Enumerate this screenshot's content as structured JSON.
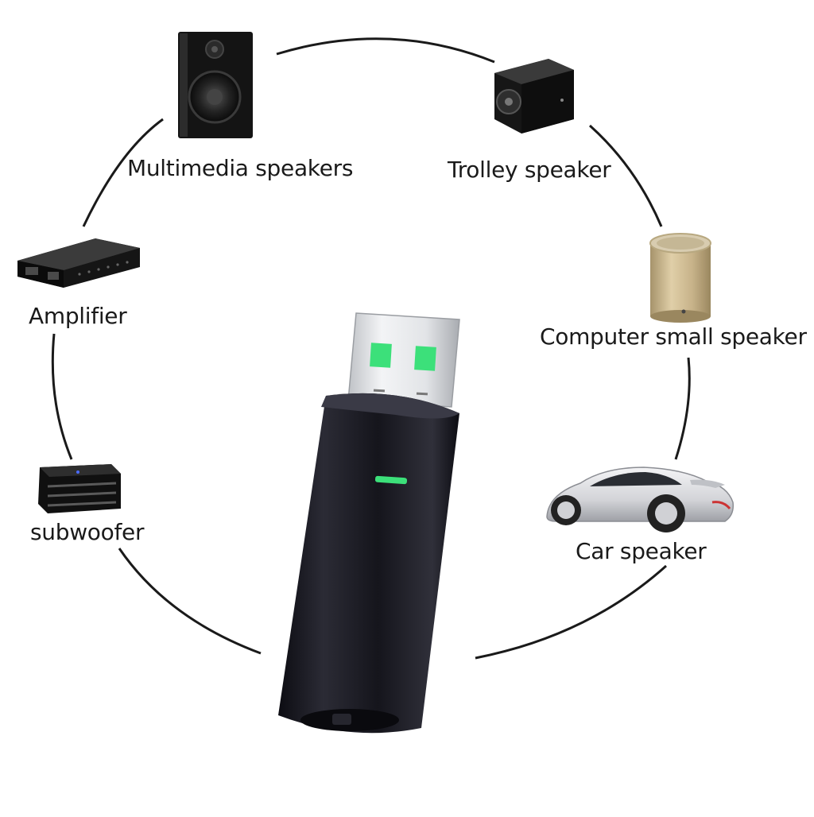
{
  "devices": [
    {
      "key": "multimedia",
      "label": "Multimedia speakers",
      "icon": "multimedia-speaker-icon"
    },
    {
      "key": "trolley",
      "label": "Trolley speaker",
      "icon": "trolley-speaker-icon"
    },
    {
      "key": "amplifier",
      "label": "Amplifier",
      "icon": "amplifier-icon"
    },
    {
      "key": "computer",
      "label": "Computer small speaker",
      "icon": "computer-small-speaker-icon"
    },
    {
      "key": "subwoofer",
      "label": "subwoofer",
      "icon": "subwoofer-icon"
    },
    {
      "key": "car",
      "label": "Car speaker",
      "icon": "car-icon"
    }
  ],
  "colors": {
    "background": "#ffffff",
    "ring_line": "#1a1a1a",
    "dongle_body": "#15151c",
    "usb_contact": "#3ce07a",
    "status_led": "#3ce07a",
    "speaker_tan": "#c9b58c",
    "car_silver": "#d9d9dc"
  }
}
